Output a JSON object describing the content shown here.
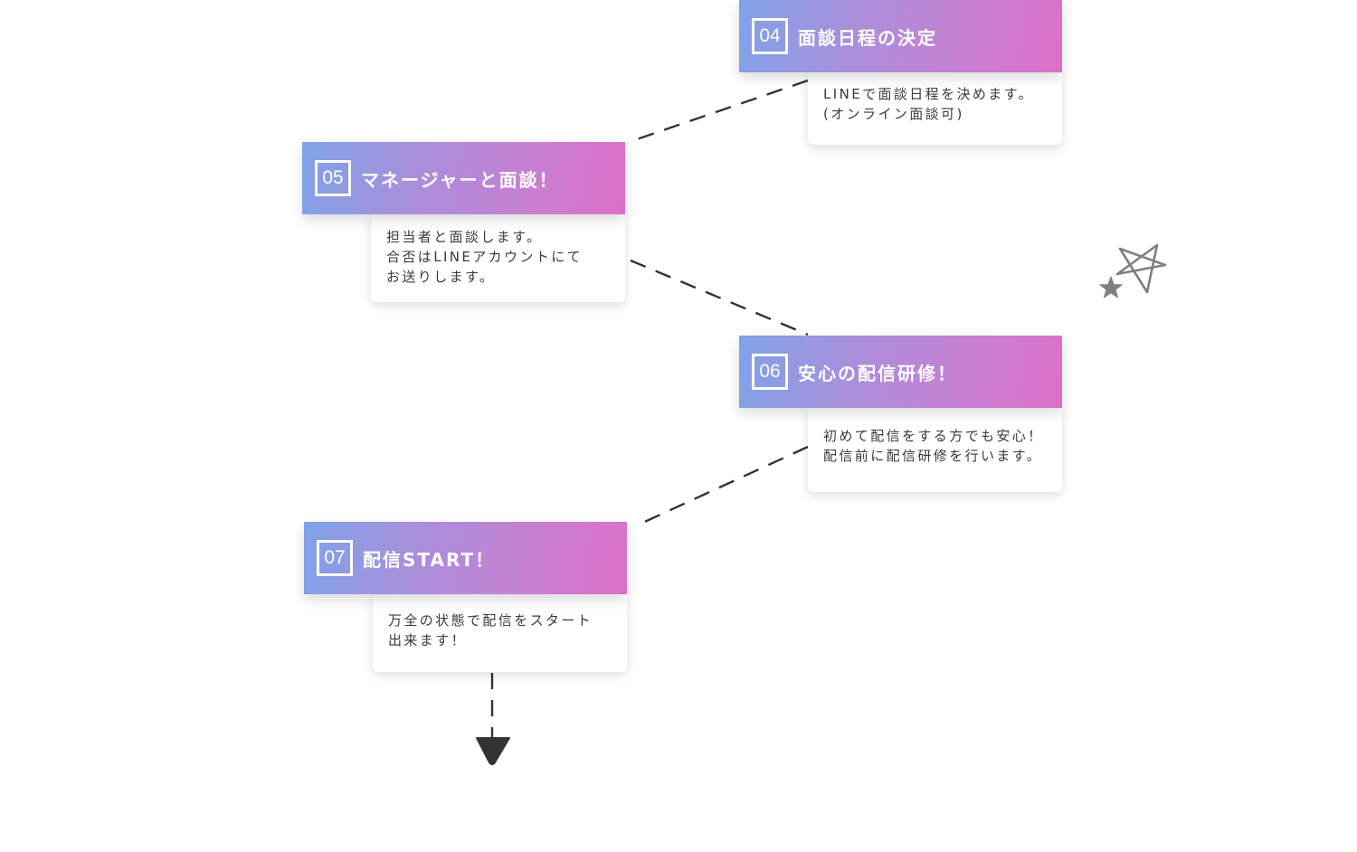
{
  "colors": {
    "gradient_start": "#7fa3e8",
    "gradient_end": "#dd70c8",
    "text_dark": "#3a3a3a",
    "connector": "#333333",
    "star": "#808080"
  },
  "steps": [
    {
      "number": "04",
      "title": "面談日程の決定",
      "description": "LINEで面談日程を決めます。\n(オンライン面談可)"
    },
    {
      "number": "05",
      "title": "マネージャーと面談！",
      "description": "担当者と面談します。\n合否はLINEアカウントにて\nお送りします。"
    },
    {
      "number": "06",
      "title": "安心の配信研修！",
      "description": "初めて配信をする方でも安心！\n配信前に配信研修を行います。"
    },
    {
      "number": "07",
      "title": "配信START！",
      "description": "万全の状態で配信をスタート\n出来ます！"
    }
  ],
  "decorations": {
    "stars_icon": "stars-icon",
    "arrow_icon": "arrow-down-icon"
  }
}
